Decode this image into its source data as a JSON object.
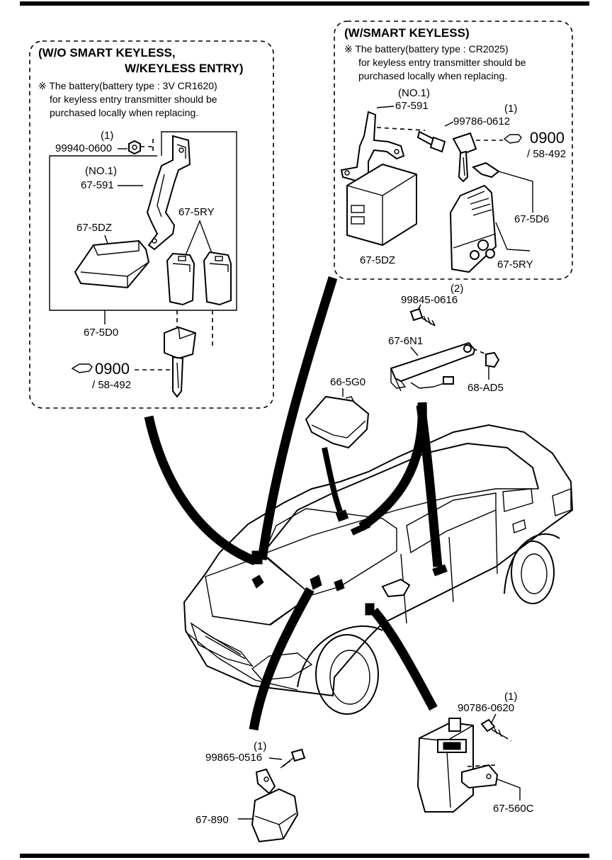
{
  "left_box": {
    "title_line1": "(W/O SMART KEYLESS,",
    "title_line2": "W/KEYLESS ENTRY)",
    "note_line1": "※ The battery(battery type : 3V CR1620)",
    "note_line2": "for keyless entry transmitter should be",
    "note_line3": "purchased locally when replacing.",
    "parts": {
      "nut_qty": "(1)",
      "nut_no": "99940-0600",
      "bracket_qty": "(NO.1)",
      "bracket_no": "67-591",
      "module_no": "67-5DZ",
      "transmitter_no": "67-5RY",
      "set_no": "67-5D0",
      "ref_no": "0900",
      "ref_sub": "/ 58-492"
    }
  },
  "right_box": {
    "title": "(W/SMART KEYLESS)",
    "note_line1": "※ The battery(battery type : CR2025)",
    "note_line2": "for keyless entry transmitter should be",
    "note_line3": "purchased locally when replacing.",
    "parts": {
      "bracket_qty": "(NO.1)",
      "bracket_no": "67-591",
      "bolt_qty": "(1)",
      "bolt_no": "99786-0612",
      "ref_no": "0900",
      "ref_sub": "/ 58-492",
      "key_no": "67-5D6",
      "module_no": "67-5DZ",
      "transmitter_no": "67-5RY"
    }
  },
  "parts": {
    "screw_top_qty": "(2)",
    "screw_top_no": "99845-0616",
    "antenna_no": "67-6N1",
    "clip_no": "68-AD5",
    "lamp_no": "66-5G0",
    "bolt_right_qty": "(1)",
    "bolt_right_no": "90786-0620",
    "unit_right_no": "67-560C",
    "screw_bottom_qty": "(1)",
    "screw_bottom_no": "99865-0516",
    "horn_no": "67-890"
  }
}
